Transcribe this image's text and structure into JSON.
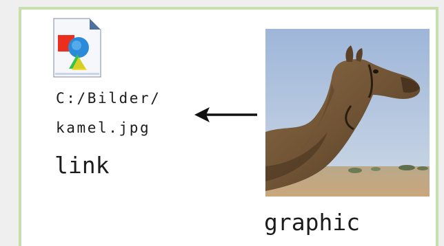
{
  "file": {
    "path_line1": "C:/Bilder/",
    "path_line2": "kamel.jpg",
    "icon": "image-file-icon"
  },
  "labels": {
    "link": "link",
    "graphic": "graphic"
  },
  "arrow": {
    "direction": "left",
    "icon": "arrow-left-icon"
  },
  "photo": {
    "subject": "camel-photo"
  },
  "colors": {
    "frame_border": "#c6dfac",
    "page_background": "#efefef",
    "text": "#1c1c1c"
  }
}
